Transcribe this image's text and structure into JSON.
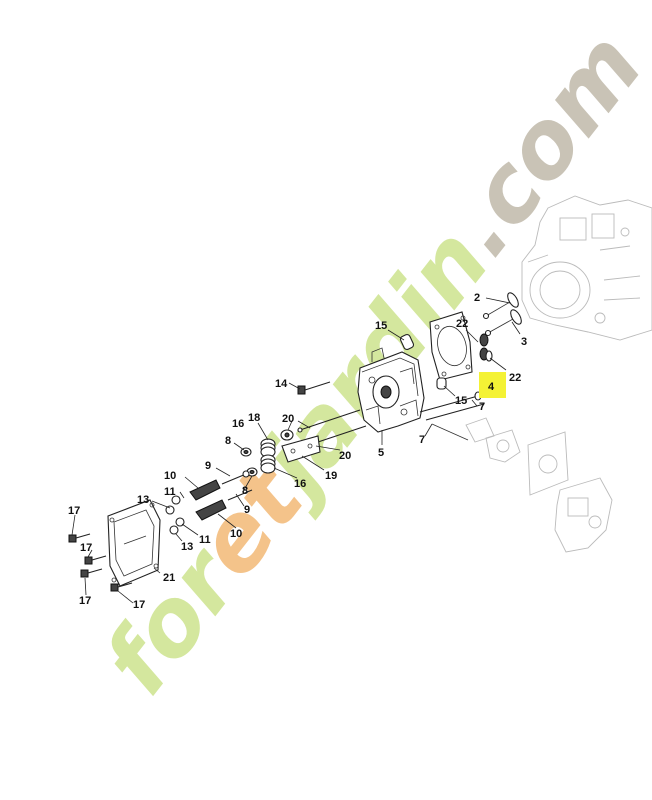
{
  "watermark": {
    "segments": [
      {
        "text": "for",
        "color": "#d4e79e"
      },
      {
        "text": "et",
        "color": "#f4c38a"
      },
      {
        "text": "jardin",
        "color": "#d4e79e"
      },
      {
        "text": ".com",
        "color": "#c9c3b6"
      }
    ]
  },
  "highlight_color": "#f4f235",
  "callouts": {
    "p2": "2",
    "p3": "3",
    "p4": "4",
    "p5": "5",
    "p7a": "7",
    "p7b": "7",
    "p8a": "8",
    "p8b": "8",
    "p9a": "9",
    "p9b": "9",
    "p10a": "10",
    "p10b": "10",
    "p11a": "11",
    "p11b": "11",
    "p13a": "13",
    "p13b": "13",
    "p14": "14",
    "p15a": "15",
    "p15b": "15",
    "p16a": "16",
    "p16b": "16",
    "p17a": "17",
    "p17b": "17",
    "p17c": "17",
    "p17d": "17",
    "p18": "18",
    "p19": "19",
    "p20a": "20",
    "p20b": "20",
    "p21": "21",
    "p22a": "22",
    "p22b": "22"
  },
  "highlighted_callout": "4"
}
